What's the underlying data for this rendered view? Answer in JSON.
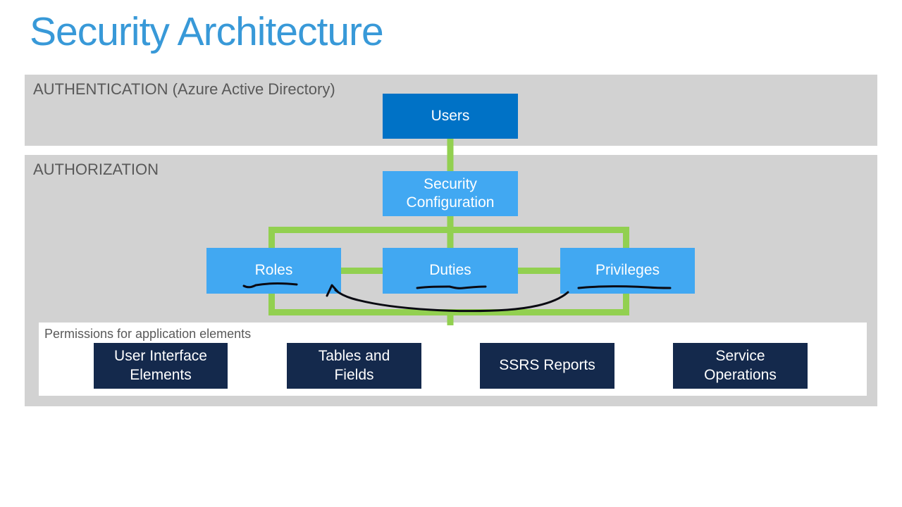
{
  "title": "Security Architecture",
  "bands": {
    "authentication": {
      "label": "AUTHENTICATION (Azure Active Directory)"
    },
    "authorization": {
      "label": "AUTHORIZATION"
    }
  },
  "nodes": {
    "users": "Users",
    "security_configuration": "Security Configuration",
    "roles": "Roles",
    "duties": "Duties",
    "privileges": "Privileges"
  },
  "permissions": {
    "label": "Permissions for application elements",
    "items": [
      "User Interface Elements",
      "Tables and Fields",
      "SSRS Reports",
      "Service Operations"
    ]
  },
  "annotations": {
    "ink_marks": [
      "roles-underline",
      "duties-underline",
      "privileges-underline",
      "arrow-privileges-to-roles"
    ]
  },
  "colors": {
    "title_blue": "#3899d8",
    "band_gray": "#d2d2d2",
    "band_label_gray": "#595959",
    "node_dark_blue": "#0072c6",
    "node_light_blue": "#41a8f2",
    "node_navy": "#14294c",
    "connector_green": "#92d050",
    "ink_black": "#0a0a12"
  }
}
